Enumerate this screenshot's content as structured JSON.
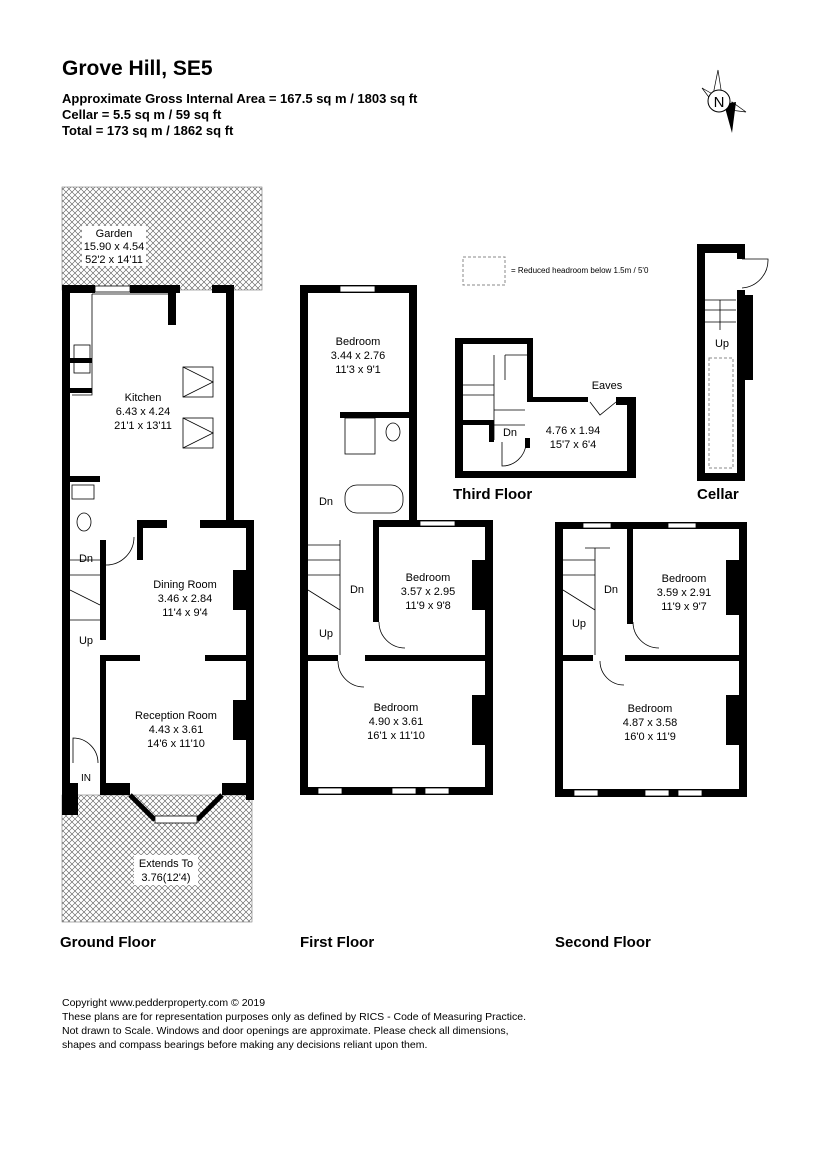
{
  "header": {
    "title": "Grove Hill, SE5",
    "gross_area": "Approximate Gross Internal Area = 167.5 sq m / 1803 sq ft",
    "cellar_area": "Cellar = 5.5 sq m / 59 sq ft",
    "total_area": "Total = 173 sq m / 1862 sq ft"
  },
  "compass": {
    "label": "N",
    "icon": "compass-north-icon"
  },
  "legend": {
    "text": "= Reduced headroom below 1.5m / 5'0"
  },
  "floors": {
    "ground": {
      "label": "Ground Floor",
      "garden": {
        "name": "Garden",
        "metric": "15.90 x 4.54",
        "imperial": "52'2 x 14'11"
      },
      "kitchen": {
        "name": "Kitchen",
        "metric": "6.43 x 4.24",
        "imperial": "21'1 x 13'11"
      },
      "dining": {
        "name": "Dining Room",
        "metric": "3.46 x 2.84",
        "imperial": "11'4 x 9'4"
      },
      "reception": {
        "name": "Reception Room",
        "metric": "4.43 x 3.61",
        "imperial": "14'6 x 11'10"
      },
      "front": {
        "name": "Extends To",
        "metric": "3.76(12'4)"
      },
      "dn": "Dn",
      "up": "Up",
      "in": "IN"
    },
    "first": {
      "label": "First Floor",
      "bedroom_rear": {
        "name": "Bedroom",
        "metric": "3.44 x 2.76",
        "imperial": "11'3 x 9'1"
      },
      "bedroom_mid": {
        "name": "Bedroom",
        "metric": "3.57 x 2.95",
        "imperial": "11'9 x 9'8"
      },
      "bedroom_front": {
        "name": "Bedroom",
        "metric": "4.90 x 3.61",
        "imperial": "16'1 x 11'10"
      },
      "dn1": "Dn",
      "dn2": "Dn",
      "up": "Up"
    },
    "second": {
      "label": "Second Floor",
      "bedroom_mid": {
        "name": "Bedroom",
        "metric": "3.59 x 2.91",
        "imperial": "11'9 x 9'7"
      },
      "bedroom_front": {
        "name": "Bedroom",
        "metric": "4.87 x 3.58",
        "imperial": "16'0 x 11'9"
      },
      "dn": "Dn",
      "up": "Up"
    },
    "third": {
      "label": "Third Floor",
      "room": {
        "metric": "4.76 x 1.94",
        "imperial": "15'7 x 6'4"
      },
      "eaves": "Eaves",
      "dn": "Dn"
    },
    "cellar": {
      "label": "Cellar",
      "up": "Up"
    }
  },
  "footer": {
    "line1": "Copyright www.pedderproperty.com © 2019",
    "line2": "These plans are for representation purposes only as defined by RICS - Code of Measuring Practice.",
    "line3": "Not drawn to Scale. Windows and door openings are approximate. Please check all dimensions,",
    "line4": "shapes and compass bearings before making any decisions reliant upon them."
  }
}
